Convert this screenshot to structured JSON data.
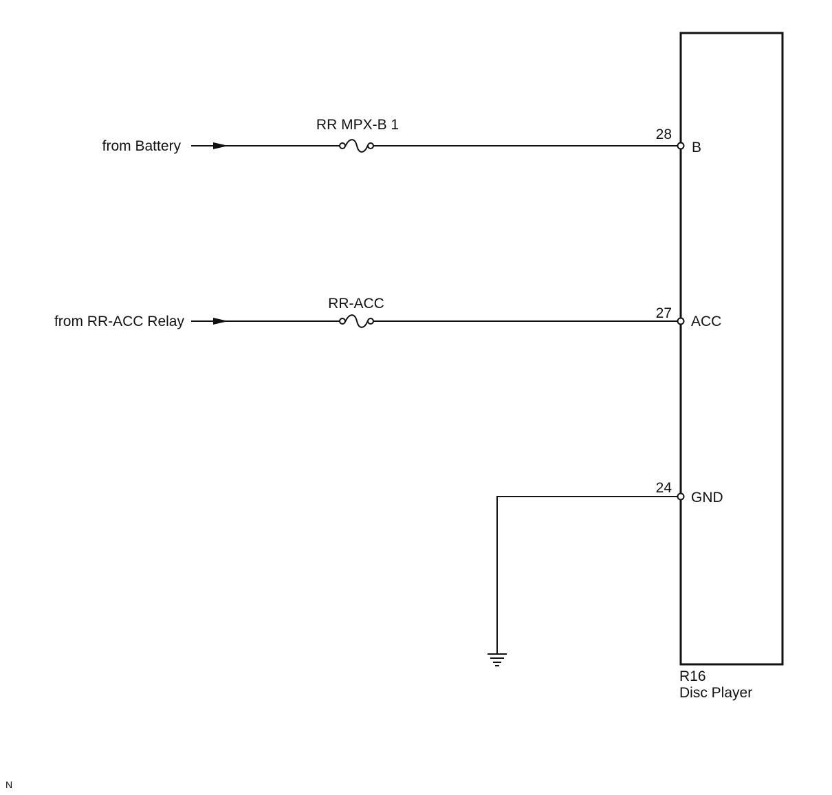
{
  "colors": {
    "ink": "#111111",
    "background": "#ffffff"
  },
  "inputs": [
    {
      "source_label": "from Battery",
      "fuse_label": "RR MPX-B 1",
      "pin_number": "28",
      "pin_name": "B"
    },
    {
      "source_label": "from RR-ACC Relay",
      "fuse_label": "RR-ACC",
      "pin_number": "27",
      "pin_name": "ACC"
    }
  ],
  "ground": {
    "pin_number": "24",
    "pin_name": "GND"
  },
  "component": {
    "connector": "R16",
    "name": "Disc Player"
  },
  "corner_mark": "N",
  "symbols": [
    "arrow-icon",
    "fuse-icon",
    "ground-icon",
    "terminal-icon"
  ]
}
